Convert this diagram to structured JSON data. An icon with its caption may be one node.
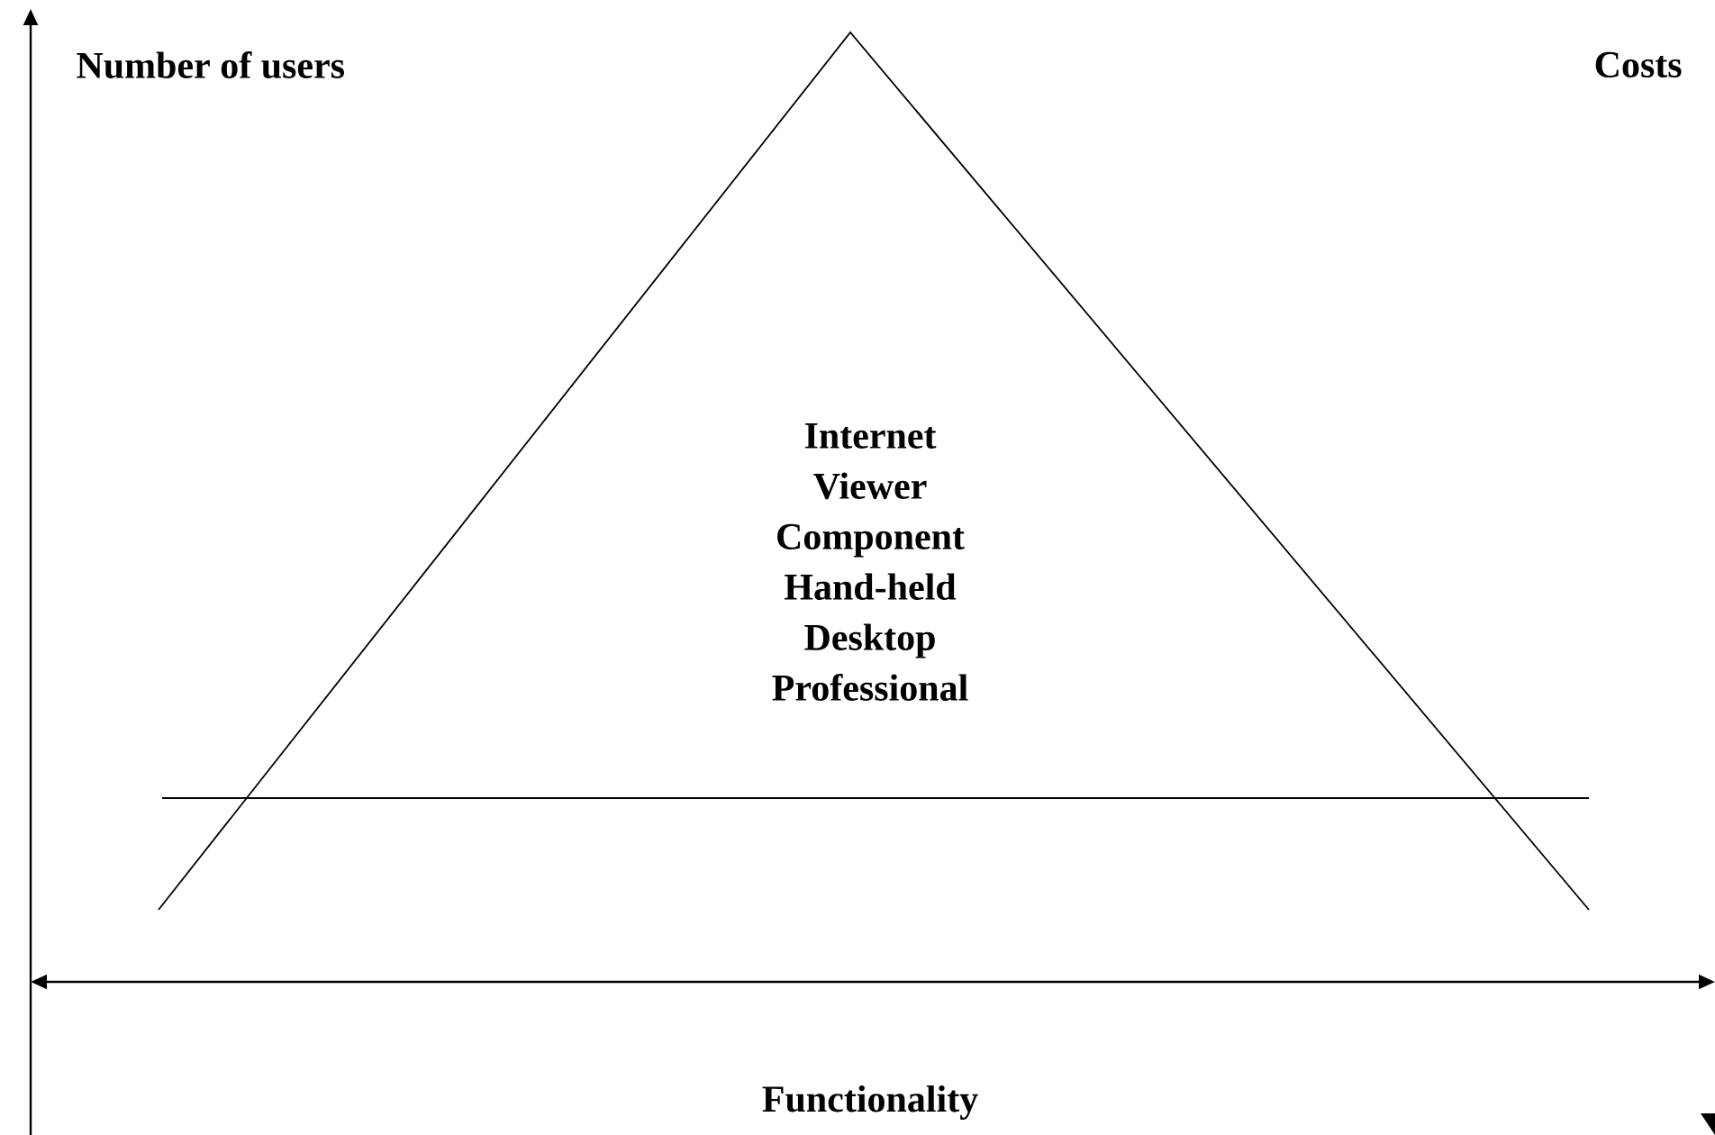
{
  "diagram": {
    "nodes": [
      {
        "text": [
          "Internet",
          "Viewer",
          "Component",
          "Hand-held",
          "Desktop",
          "Professional"
        ]
      }
    ],
    "labels": [
      "Number of users",
      "Costs",
      "Functionality"
    ]
  }
}
